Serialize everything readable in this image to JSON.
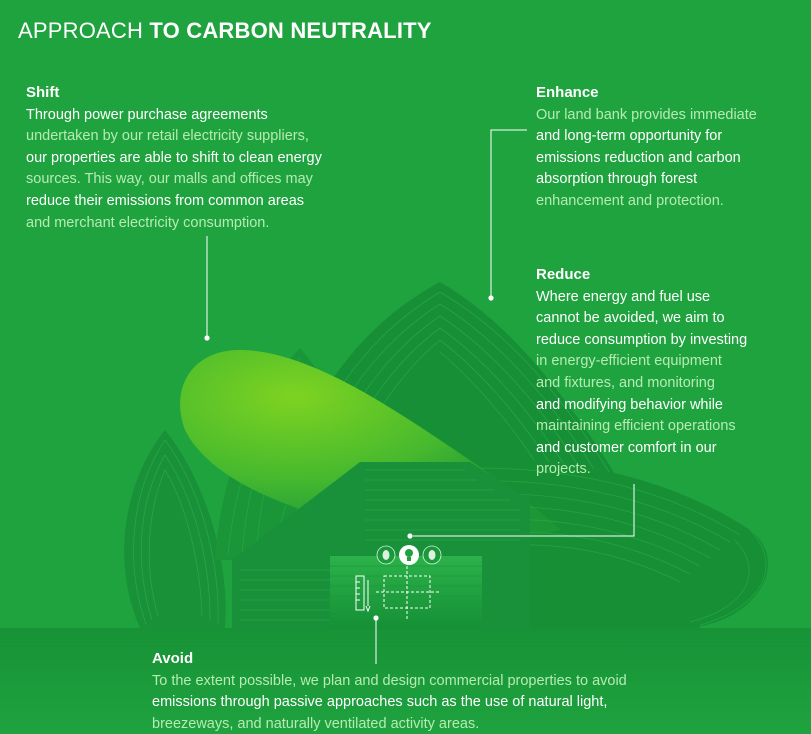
{
  "title": {
    "light": "APPROACH",
    "bold": "TO CARBON NEUTRALITY"
  },
  "colors": {
    "background": "#1fa33f",
    "dark_green": "#168a35",
    "leaf_light": "#7ed321",
    "text_dim": "#b6ebb4"
  },
  "sections": {
    "shift": {
      "heading": "Shift",
      "lines": [
        {
          "text": "Through power purchase agreements",
          "tone": "bright"
        },
        {
          "text": "undertaken by our retail electricity suppliers,",
          "tone": "dim"
        },
        {
          "text": "our properties are able to shift to clean energy",
          "tone": "bright"
        },
        {
          "text": "sources. This way, our malls and offices may",
          "tone": "dim"
        },
        {
          "text": "reduce their emissions from common areas",
          "tone": "bright"
        },
        {
          "text": "and merchant electricity consumption.",
          "tone": "dim"
        }
      ]
    },
    "enhance": {
      "heading": "Enhance",
      "lines": [
        {
          "text": "Our land bank provides immediate",
          "tone": "dim"
        },
        {
          "text": "and long-term opportunity for",
          "tone": "bright"
        },
        {
          "text": "emissions reduction and carbon",
          "tone": "bright"
        },
        {
          "text": "absorption through forest",
          "tone": "bright"
        },
        {
          "text": "enhancement and protection.",
          "tone": "dim"
        }
      ]
    },
    "reduce": {
      "heading": "Reduce",
      "lines": [
        {
          "text": "Where energy and fuel use",
          "tone": "bright"
        },
        {
          "text": "cannot be avoided, we aim to",
          "tone": "bright"
        },
        {
          "text": "reduce consumption by investing",
          "tone": "bright"
        },
        {
          "text": "in energy-efficient equipment",
          "tone": "dim"
        },
        {
          "text": "and fixtures, and monitoring",
          "tone": "dim"
        },
        {
          "text": "and modifying behavior while",
          "tone": "bright"
        },
        {
          "text": "maintaining efficient operations",
          "tone": "dim"
        },
        {
          "text": "and customer comfort in our",
          "tone": "bright"
        },
        {
          "text": "projects.",
          "tone": "dim"
        }
      ]
    },
    "avoid": {
      "heading": "Avoid",
      "lines": [
        {
          "text": "To the extent possible, we plan and design commercial properties to avoid",
          "tone": "dim"
        },
        {
          "text": "emissions through passive approaches such as the use of natural light,",
          "tone": "bright"
        },
        {
          "text": "breezeways, and naturally ventilated activity areas.",
          "tone": "dim"
        }
      ]
    }
  },
  "icons": [
    "leaf-icon",
    "lightbulb-icon",
    "leaf-icon",
    "ruler-icon",
    "blueprint-icon"
  ]
}
